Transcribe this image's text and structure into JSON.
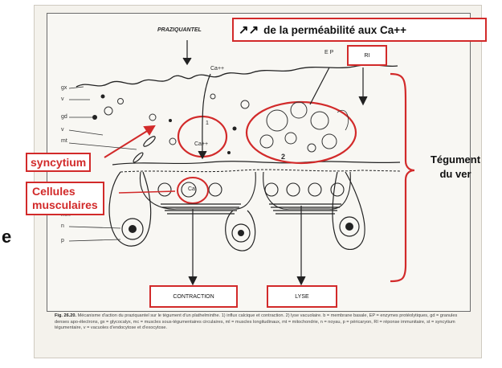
{
  "figure": {
    "drug_label": "PRAZIQUANTEL",
    "ion_label": "Ca++",
    "ion_label_inside": "Ca++",
    "ion_label_muscle": "Ca",
    "number_1": "1",
    "number_2": "2",
    "left_labels": [
      "gx",
      "v",
      "gd",
      "v",
      "mt",
      "mm",
      "n",
      "p"
    ],
    "top_labels": {
      "ep": "E P",
      "ri": "RI"
    },
    "bottom_boxes": {
      "contraction": "CONTRACTION",
      "lyse": "LYSE"
    }
  },
  "annotations": {
    "permeability_arrows": "↗↗",
    "permeability_text": "de la perméabilité aux Ca++",
    "syncytium": "syncytium",
    "muscle_cells": "Cellules\nmusculaires",
    "tegument": "Tégument\ndu ver",
    "edge_letter": "e"
  },
  "caption": {
    "ref": "Fig. 26.20.",
    "text": "Mécanisme d'action du praziquantel sur le tégument d'un plathelminthe. 1) influx calcique et contraction. 2) lyse vacuolaire. b = membrane basale, EP = enzymes protéolytiques, gd = granules denses apo-électrons, gx = glycocalyx, mc = muscles sous-tégumentaires circulaires, ml = muscles longitudinaux, mt = mitochondrie, n = noyau, p = péricaryon, RI = réponse immunitaire, st = syncytium tégumentaire, v = vacuoles d'endocytose et d'exocytose."
  },
  "colors": {
    "annotation_red": "#d22a2a",
    "ink": "#2a2a2a",
    "paper": "#f8f7f3"
  }
}
